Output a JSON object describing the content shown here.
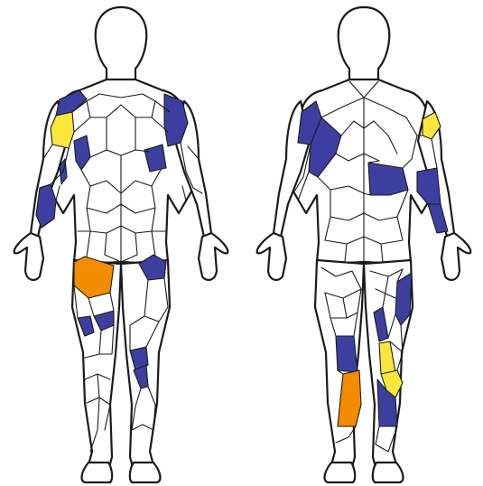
{
  "palette": {
    "background": "#ffffff",
    "outline": "#1a1a1a",
    "blue": "#3d3fa0",
    "yellow": "#fbe73b",
    "orange": "#f28c00"
  },
  "figures": [
    {
      "view": "front",
      "patches": [
        {
          "region": "left-deltoid-top",
          "color": "blue"
        },
        {
          "region": "left-deltoid-front",
          "color": "yellow"
        },
        {
          "region": "right-deltoid",
          "color": "blue"
        },
        {
          "region": "left-chest-lower",
          "color": "blue"
        },
        {
          "region": "right-chest-lower",
          "color": "blue"
        },
        {
          "region": "left-biceps",
          "color": "blue"
        },
        {
          "region": "left-forearm",
          "color": "blue"
        },
        {
          "region": "right-hip",
          "color": "blue"
        },
        {
          "region": "left-upper-thigh",
          "color": "orange"
        },
        {
          "region": "left-inner-knee",
          "color": "blue"
        },
        {
          "region": "left-lower-thigh",
          "color": "blue"
        },
        {
          "region": "right-knee",
          "color": "blue"
        },
        {
          "region": "right-shin",
          "color": "blue"
        }
      ]
    },
    {
      "view": "back",
      "patches": [
        {
          "region": "left-rear-deltoid",
          "color": "blue"
        },
        {
          "region": "left-upper-back",
          "color": "blue"
        },
        {
          "region": "right-rear-deltoid",
          "color": "yellow"
        },
        {
          "region": "right-lower-back",
          "color": "blue"
        },
        {
          "region": "right-triceps",
          "color": "blue"
        },
        {
          "region": "right-forearm",
          "color": "blue"
        },
        {
          "region": "left-hamstring-lower",
          "color": "blue"
        },
        {
          "region": "right-hamstring",
          "color": "blue"
        },
        {
          "region": "left-calf-upper",
          "color": "blue"
        },
        {
          "region": "left-calf",
          "color": "orange"
        },
        {
          "region": "right-calf-upper",
          "color": "yellow"
        },
        {
          "region": "right-calf",
          "color": "yellow"
        },
        {
          "region": "right-calf-lower",
          "color": "blue"
        }
      ]
    }
  ]
}
